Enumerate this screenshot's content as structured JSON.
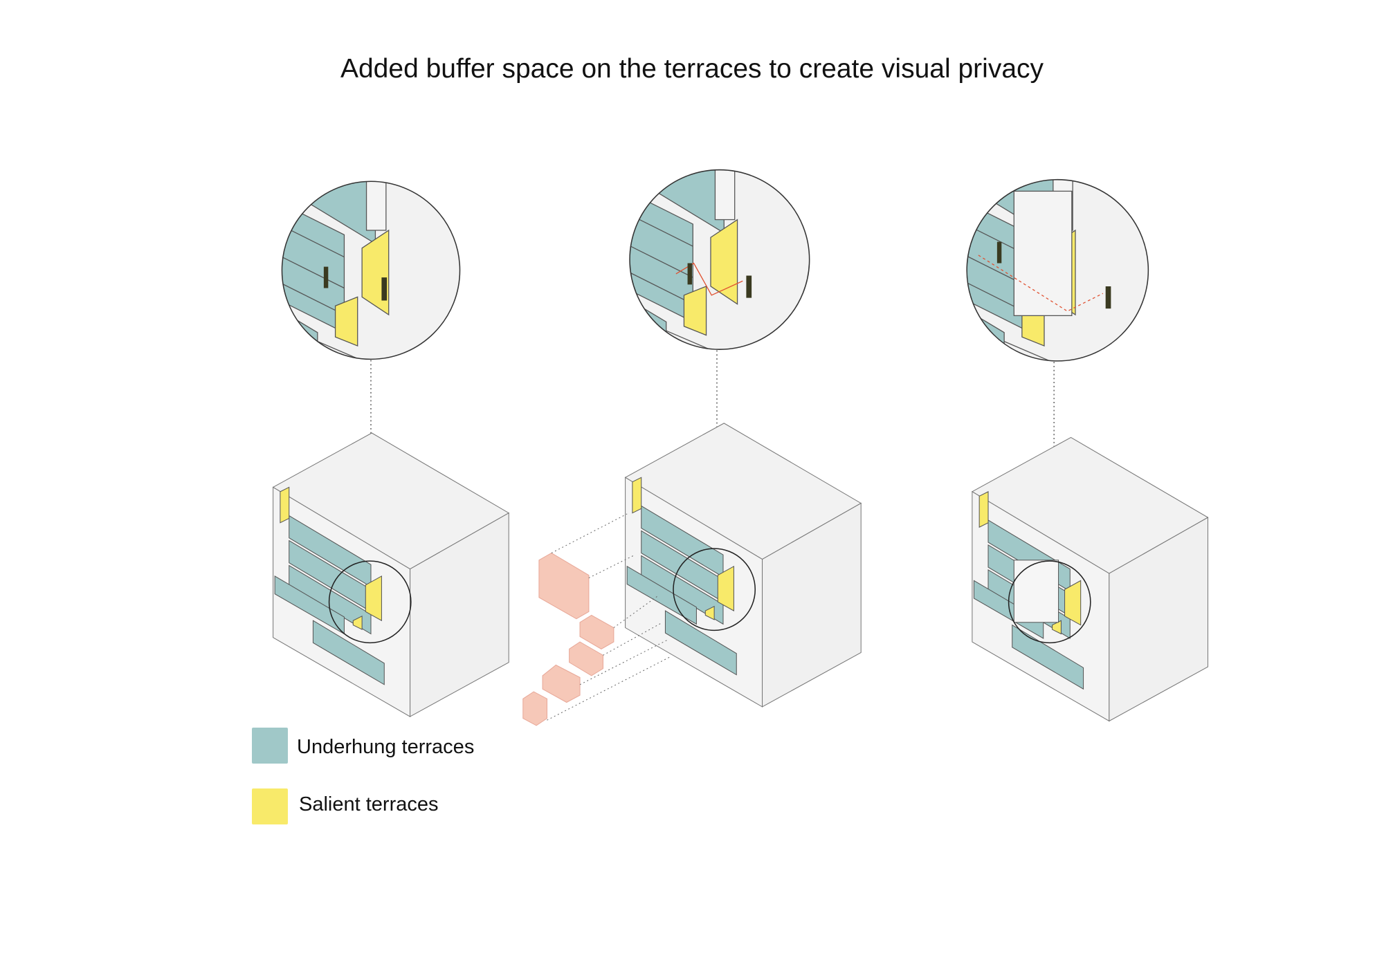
{
  "title": "Added buffer space on the terraces to create visual privacy",
  "legend": [
    {
      "label": "Underhung terraces",
      "color": "#a0c8c8"
    },
    {
      "label": "Salient terraces",
      "color": "#f8ea6a"
    }
  ],
  "colors": {
    "face": "#f2f2f2",
    "line": "#555555",
    "buffer": "#f6c8b8",
    "sightline": "#e05030",
    "person": "#3a3a20"
  }
}
